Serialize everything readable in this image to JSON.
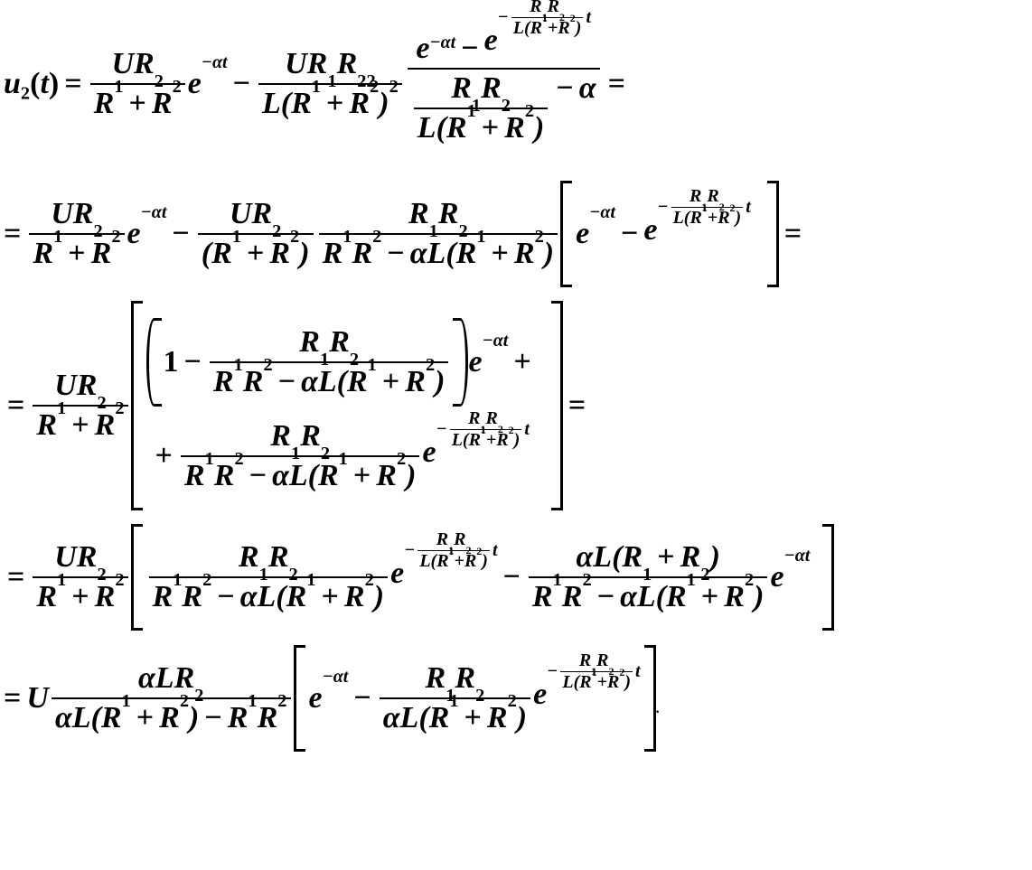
{
  "sym": {
    "u": "u",
    "sub2": "2",
    "sub1": "1",
    "sup2": "2",
    "t": "t",
    "U": "U",
    "R": "R",
    "L": "L",
    "e": "e",
    "alpha": "α",
    "one": "1",
    "lp": "(",
    "rp": ")",
    "eq": "=",
    "plus": "+",
    "minus": "−",
    "neg": "−",
    "alphat": "αt",
    "period": "."
  }
}
